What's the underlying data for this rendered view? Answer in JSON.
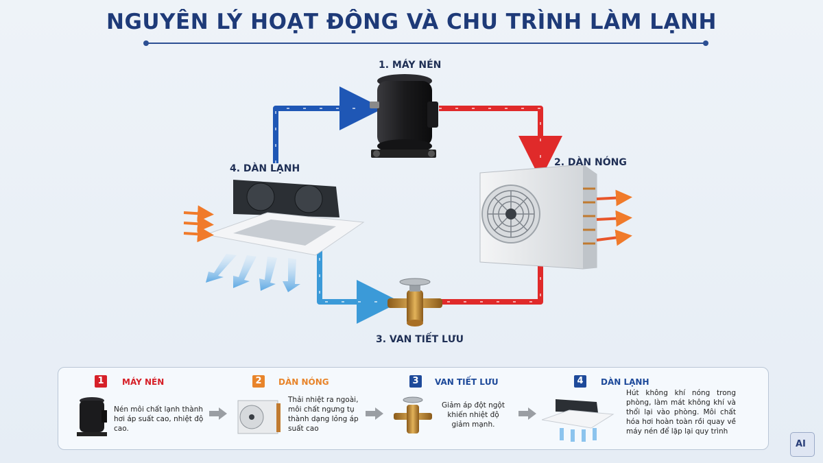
{
  "title": "NGUYÊN LÝ HOẠT ĐỘNG VÀ CHU TRÌNH LÀM LẠNH",
  "components": [
    {
      "label": "1. MÁY NÉN"
    },
    {
      "label": "2. DÀN NÓNG"
    },
    {
      "label": "3. VAN TIẾT LƯU"
    },
    {
      "label": "4. DÀN LẠNH"
    }
  ],
  "steps": [
    {
      "num": "1",
      "title": "MÁY NÉN",
      "color": "#d62028",
      "desc": "Nén môi chất lạnh thành hơi áp suất cao, nhiệt độ cao."
    },
    {
      "num": "2",
      "title": "DÀN NÓNG",
      "color": "#e8842a",
      "desc": "Thải nhiệt ra ngoài, môi chất ngưng tụ thành dạng lỏng áp suất cao"
    },
    {
      "num": "3",
      "title": "VAN TIẾT LƯU",
      "color": "#1e4a9a",
      "desc": "Giảm áp đột ngột khiến nhiệt độ giảm mạnh."
    },
    {
      "num": "4",
      "title": "DÀN LẠNH",
      "color": "#1e4a9a",
      "desc": "Hút không khí nóng trong phòng, làm mát không khí và thổi lại vào phòng. Môi chất hóa hơi hoàn toàn rồi quay về máy nén để lặp lại quy trình"
    }
  ],
  "colors": {
    "hot_line": "#e02a2a",
    "cold_line": "#1f57b5",
    "light_cold_line": "#3b9ad8",
    "title": "#1e3a78"
  },
  "logo": {
    "text": "AI"
  }
}
